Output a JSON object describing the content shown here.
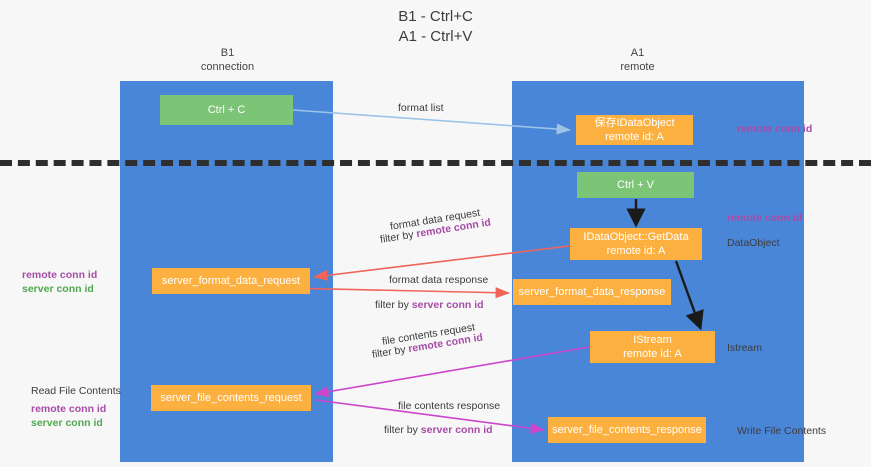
{
  "title": {
    "line1": "B1 - Ctrl+C",
    "line2": "A1 - Ctrl+V"
  },
  "colors": {
    "lane": "#4a86d8",
    "green_node": "#7cc576",
    "orange_node": "#fcb040",
    "purple_id": "#a64ca6",
    "green_id": "#4fa84f",
    "divider": "#2e2e2e",
    "arrow_format_list": "#9dc3e6",
    "arrow_format_data": "#f0645a",
    "arrow_file_contents": "#cc44cc",
    "arrow_black": "#1a1a1a",
    "background": "#f7f7f7"
  },
  "lanes": [
    {
      "name": "B1",
      "subtitle": "connection"
    },
    {
      "name": "A1",
      "subtitle": "remote"
    }
  ],
  "nodes": {
    "ctrl_c": {
      "label": "Ctrl + C",
      "type": "green"
    },
    "save_dataobject": {
      "label": "保存IDataObject",
      "sub": "remote id: A",
      "type": "orange"
    },
    "ctrl_v": {
      "label": "Ctrl + V",
      "type": "green"
    },
    "getdata": {
      "label": "IDataObject::GetData",
      "sub": "remote id: A",
      "type": "orange"
    },
    "server_format_data_request": {
      "label": "server_format_data_request",
      "type": "orange"
    },
    "server_format_data_response": {
      "label": "server_format_data_response",
      "type": "orange"
    },
    "istream": {
      "label": "IStream",
      "sub": "remote id: A",
      "type": "orange"
    },
    "server_file_contents_request": {
      "label": "server_file_contents_request",
      "type": "orange"
    },
    "server_file_contents_response": {
      "label": "server_file_contents_response",
      "type": "orange"
    }
  },
  "edges": {
    "format_list": {
      "label": "format list"
    },
    "format_data_request": {
      "label": "format data request",
      "filter_prefix": "filter by ",
      "filter_id": "remote conn id"
    },
    "format_data_response": {
      "label": "format data response",
      "filter_prefix": "filter by ",
      "filter_id": "server conn id"
    },
    "file_contents_request": {
      "label": "file contents request",
      "filter_prefix": "filter by ",
      "filter_id": "remote conn id"
    },
    "file_contents_response": {
      "label": "file contents response",
      "filter_prefix": "filter by ",
      "filter_id": "server conn id"
    }
  },
  "annotations": {
    "right_remote_conn_id_top": "remote conn id",
    "right_remote_conn_id_mid": "remote conn id",
    "right_dataobject": "DataObject",
    "right_istream": "Istream",
    "right_write_file_contents": "Write File Contents",
    "left_read_file_contents": "Read File Contents",
    "left_remote_conn_id_mid": "remote conn id",
    "left_server_conn_id_mid": "server conn id",
    "left_remote_conn_id_bot": "remote conn id",
    "left_server_conn_id_bot": "server conn id"
  }
}
